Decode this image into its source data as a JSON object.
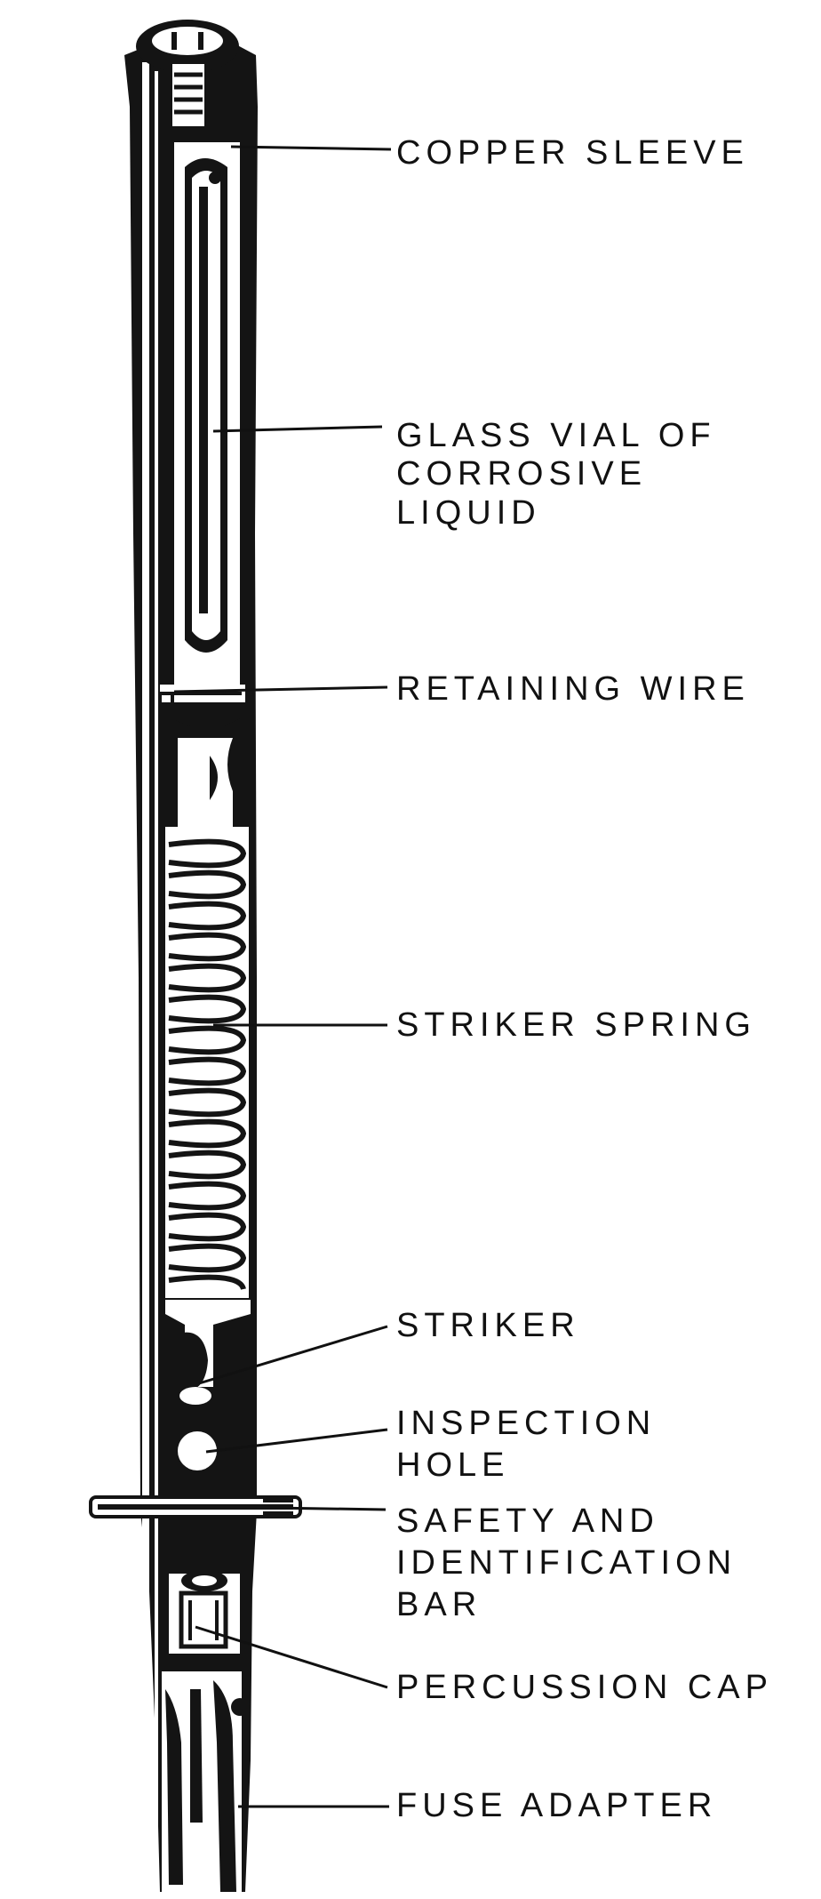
{
  "labels": {
    "copper_sleeve": "COPPER SLEEVE",
    "glass_vial_1": "GLASS VIAL OF",
    "glass_vial_2": "CORROSIVE",
    "glass_vial_3": "LIQUID",
    "retaining_wire": "RETAINING WIRE",
    "striker_spring": "STRIKER SPRING",
    "striker": "STRIKER",
    "inspection_hole_1": "INSPECTION",
    "inspection_hole_2": "HOLE",
    "safety_bar_1": "SAFETY AND",
    "safety_bar_2": "IDENTIFICATION",
    "safety_bar_3": "BAR",
    "percussion_cap": "PERCUSSION CAP",
    "fuse_adapter": "FUSE ADAPTER"
  },
  "colors": {
    "ink": "#141414",
    "paper": "#ffffff"
  }
}
